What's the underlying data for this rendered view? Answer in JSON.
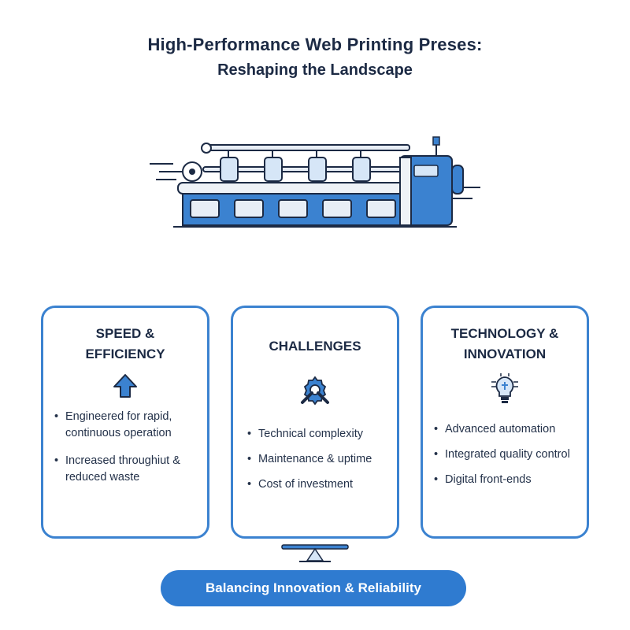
{
  "title": {
    "line1": "High-Performance Web Printing Preses:",
    "line2": "Reshaping the Landscape"
  },
  "colors": {
    "accent": "#3b82d0",
    "banner": "#2f7bd0",
    "text": "#1c2a44"
  },
  "cards": [
    {
      "title_lines": [
        "SPEED &",
        "EFFICIENCY"
      ],
      "icon": "up-arrow-icon",
      "bullets": [
        "Engineered for rapid, continuous operation",
        "Increased throughiut & reduced waste"
      ]
    },
    {
      "title_lines": [
        "CHALLENGES"
      ],
      "icon": "gear-wrench-icon",
      "bullets": [
        "Technical complexity",
        "Maintenance & uptime",
        "Cost of investment"
      ]
    },
    {
      "title_lines": [
        "TECHNOLOGY &",
        "INNOVATION"
      ],
      "icon": "lightbulb-chip-icon",
      "bullets": [
        "Advanced automation",
        "Integrated quality control",
        "Digital front-ends"
      ]
    }
  ],
  "banner": {
    "label": "Balancing Innovation & Reliability",
    "icon": "seesaw-balance-icon"
  },
  "illustration": {
    "icon": "web-printing-press-icon"
  }
}
